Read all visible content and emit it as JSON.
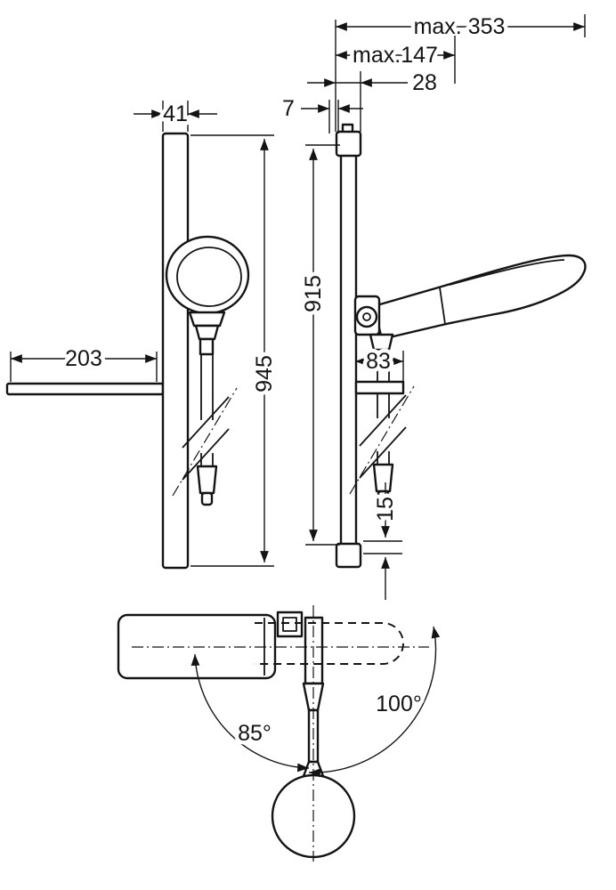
{
  "colors": {
    "ink": "#141414",
    "background": "#ffffff"
  },
  "dimensions": {
    "max_reach": "max. 353",
    "max_depth": "max.147",
    "offset_28": "28",
    "offset_7": "7",
    "rail_width": "41",
    "bar_length": "915",
    "total_height": "945",
    "shelf_length": "203",
    "shelf_depth": "83",
    "gap_15": "15",
    "swivel_left": "85°",
    "swivel_right": "100°"
  }
}
